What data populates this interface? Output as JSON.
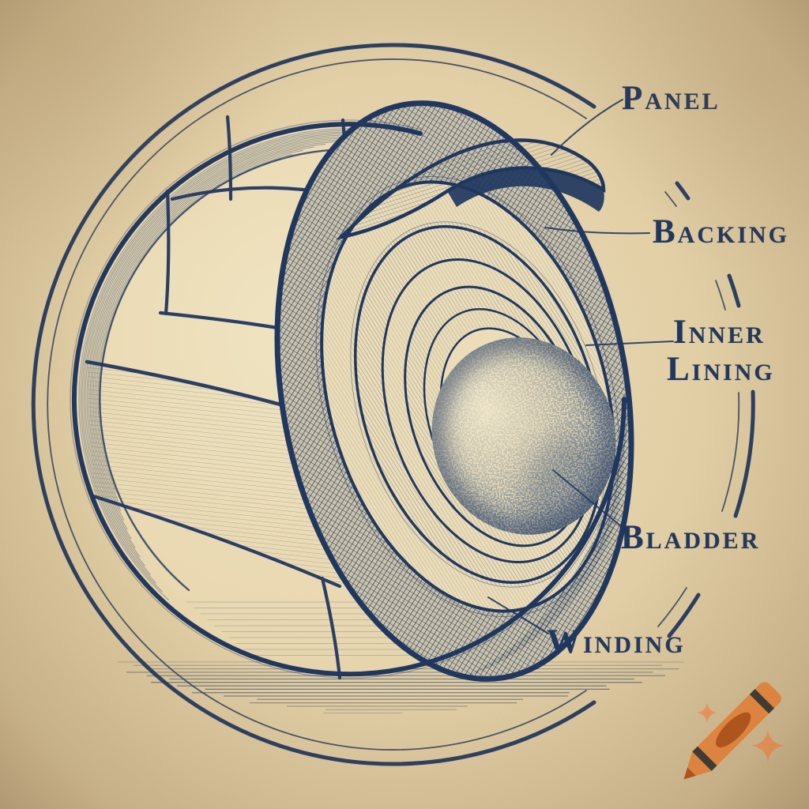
{
  "palette": {
    "paper": "#e6d3aa",
    "paper_light": "#efe1bd",
    "paper_edge": "#d7c096",
    "ink": "#20375f",
    "crayon_orange": "#ee8c42",
    "crayon_dark": "#b8561b",
    "crayon_band": "#3b3733",
    "sparkle": "#f39b60"
  },
  "labels": {
    "panel": "Panel",
    "backing": "Backing",
    "inner_lining_line1": "Inner",
    "inner_lining_line2": "Lining",
    "bladder": "Bladder",
    "winding": "Winding"
  },
  "logo": {
    "crayon_icon": "crayon-icon",
    "sparkle_icon": "sparkle-icon"
  }
}
